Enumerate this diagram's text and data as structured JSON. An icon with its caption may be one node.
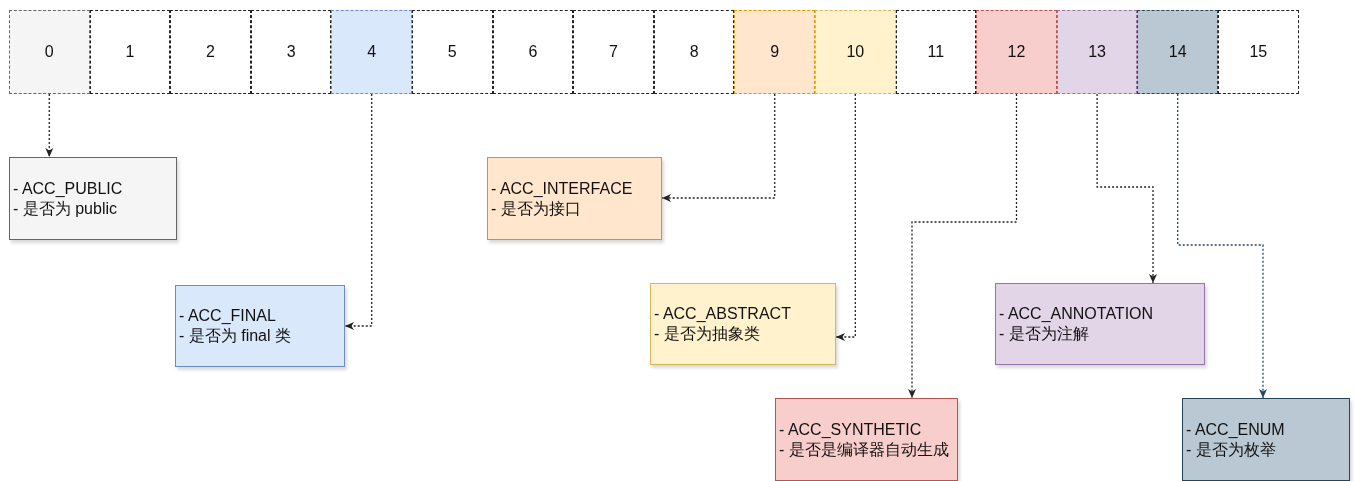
{
  "diagram": {
    "nodes": [
      {
        "text": [
          "0"
        ]
      },
      {
        "text": [
          "1"
        ]
      },
      {
        "text": [
          "2"
        ]
      },
      {
        "text": [
          "3"
        ]
      },
      {
        "text": [
          "4"
        ]
      },
      {
        "text": [
          "5"
        ]
      },
      {
        "text": [
          "6"
        ]
      },
      {
        "text": [
          "7"
        ]
      },
      {
        "text": [
          "8"
        ]
      },
      {
        "text": [
          "9"
        ]
      },
      {
        "text": [
          "10"
        ]
      },
      {
        "text": [
          "11"
        ]
      },
      {
        "text": [
          "12"
        ]
      },
      {
        "text": [
          "13"
        ]
      },
      {
        "text": [
          "14"
        ]
      },
      {
        "text": [
          "15"
        ]
      },
      {
        "text": [
          "- ACC_PUBLIC",
          "- 是否为 public"
        ]
      },
      {
        "text": [
          "- ACC_FINAL",
          "- 是否为 final 类"
        ]
      },
      {
        "text": [
          "- ACC_INTERFACE",
          "- 是否为接口"
        ]
      },
      {
        "text": [
          "- ACC_ABSTRACT",
          "- 是否为抽象类"
        ]
      },
      {
        "text": [
          "- ACC_SYNTHETIC",
          "- 是否是编译器自动生成"
        ]
      },
      {
        "text": [
          "- ACC_ANNOTATION",
          "- 是否为注解"
        ]
      },
      {
        "text": [
          "- ACC_ENUM",
          "- 是否为枚举"
        ]
      }
    ],
    "edges": [
      {
        "from": 0,
        "to": 16,
        "arrow": "to"
      },
      {
        "from": 4,
        "to": 17,
        "arrow": "to"
      },
      {
        "from": 9,
        "to": 18,
        "arrow": "to"
      },
      {
        "from": 10,
        "to": 19,
        "arrow": "to"
      },
      {
        "from": 12,
        "to": 20,
        "arrow": "to"
      },
      {
        "from": 13,
        "to": 21,
        "arrow": "to"
      },
      {
        "from": 14,
        "to": 22,
        "arrow": "to",
        "color": "#23445d"
      }
    ]
  }
}
